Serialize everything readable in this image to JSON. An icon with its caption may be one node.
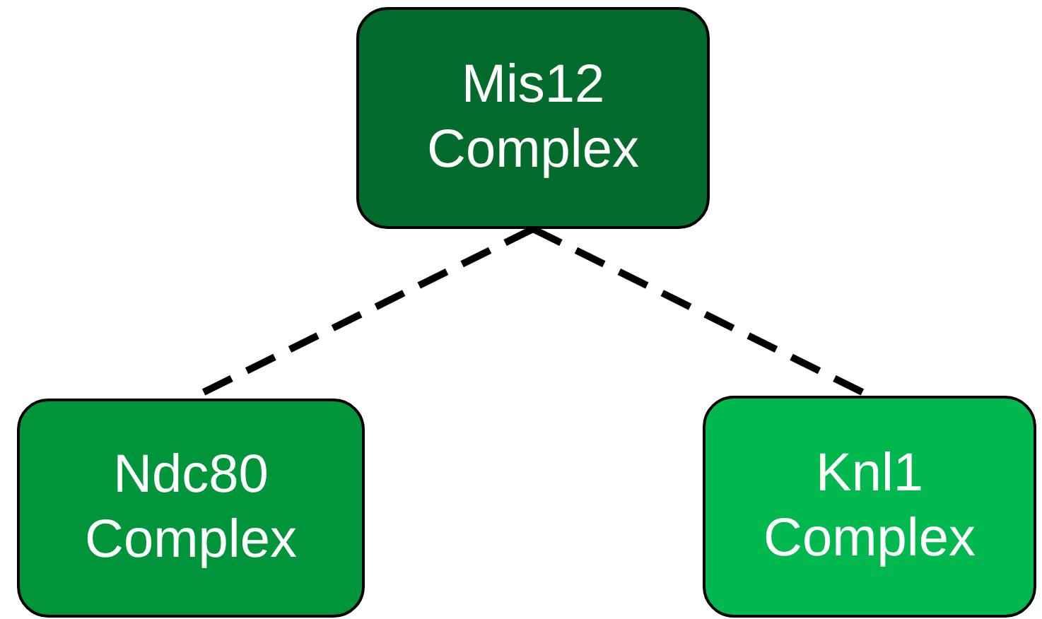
{
  "diagram": {
    "nodes": [
      {
        "text": [
          "Mis12 Complex"
        ]
      },
      {
        "text": [
          "Ndc80 Complex"
        ]
      },
      {
        "text": [
          "Knl1 Complex"
        ]
      }
    ],
    "edges": [
      {
        "from": 0,
        "to": 1,
        "arrow": "none",
        "style": "dashed"
      },
      {
        "from": 0,
        "to": 2,
        "arrow": "none",
        "style": "dashed"
      }
    ]
  }
}
